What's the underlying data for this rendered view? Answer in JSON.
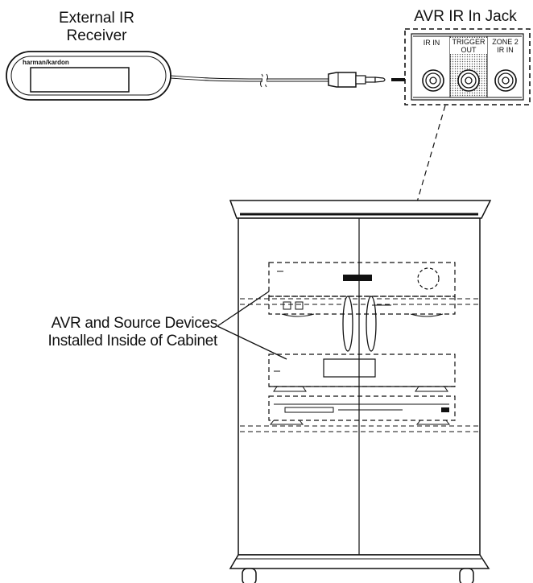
{
  "labels": {
    "external_ir_line1": "External IR",
    "external_ir_line2": "Receiver",
    "avr_ir_in_jack": "AVR IR In Jack",
    "avr_sources_line1": "AVR and Source Devices",
    "avr_sources_line2": "Installed Inside of Cabinet"
  },
  "receiver": {
    "brand": "harman/kardon"
  },
  "jack_panel": {
    "ir_in": "IR IN",
    "trigger_line1": "TRIGGER",
    "trigger_line2": "OUT",
    "zone2_line1": "ZONE 2",
    "zone2_line2": "IR IN"
  }
}
